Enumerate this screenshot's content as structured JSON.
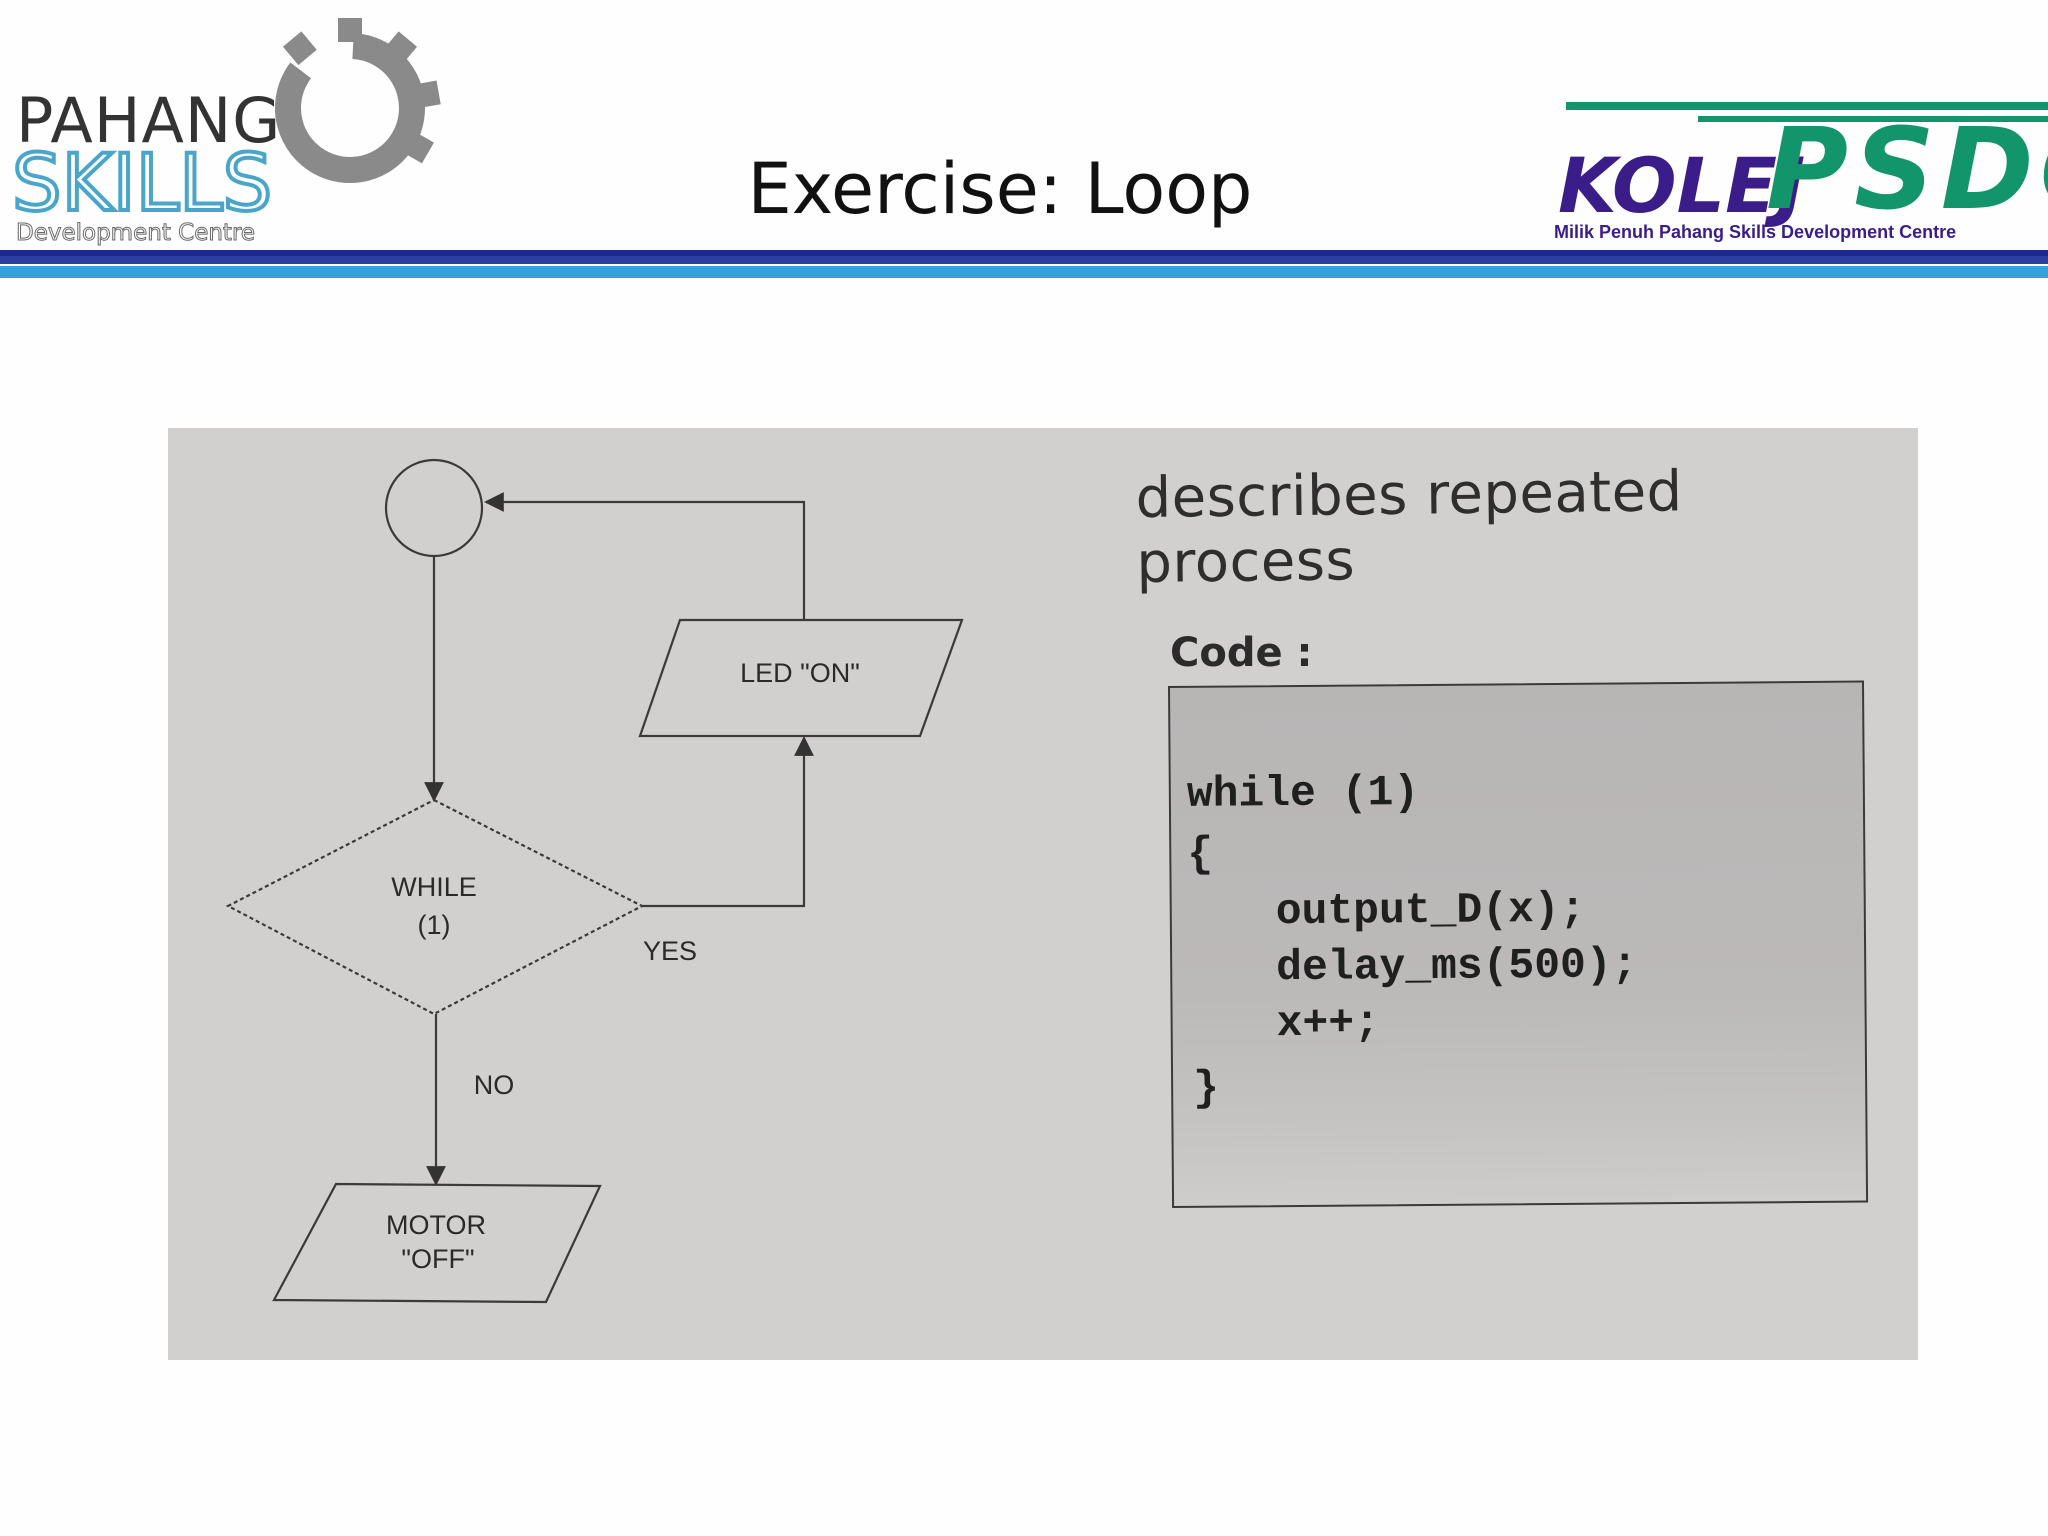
{
  "header": {
    "title": "Exercise: Loop",
    "left_logo": {
      "line1": "PAHANG",
      "line2": "SKILLS",
      "line3": "Development Centre",
      "icon": "gear-icon"
    },
    "right_logo": {
      "word1": "KOLEJ",
      "word2": "PSDC",
      "tagline": "Milik Penuh Pahang Skills Development Centre"
    }
  },
  "diagram": {
    "decision": {
      "line1": "WHILE",
      "line2": "(1)"
    },
    "output_on": "LED \"ON\"",
    "output_off": {
      "line1": "MOTOR",
      "line2": "\"OFF\""
    },
    "yes_label": "YES",
    "no_label": "NO"
  },
  "description": "describes repeated process",
  "code": {
    "label": "Code :",
    "lines": [
      "while (1)",
      "{",
      "output_D(x);",
      "delay_ms(500);",
      "x++;",
      "}"
    ]
  },
  "colors": {
    "pahang_dark": "#333333",
    "skills_blue": "#4aa6c8",
    "gear_gray": "#8a8a8a",
    "kolej_purple": "#3b1d8a",
    "psdc_green": "#13956b",
    "band_navy": "#2b3fa0",
    "band_blue": "#35a0dc",
    "photo_bg": "#d2cfcf"
  }
}
